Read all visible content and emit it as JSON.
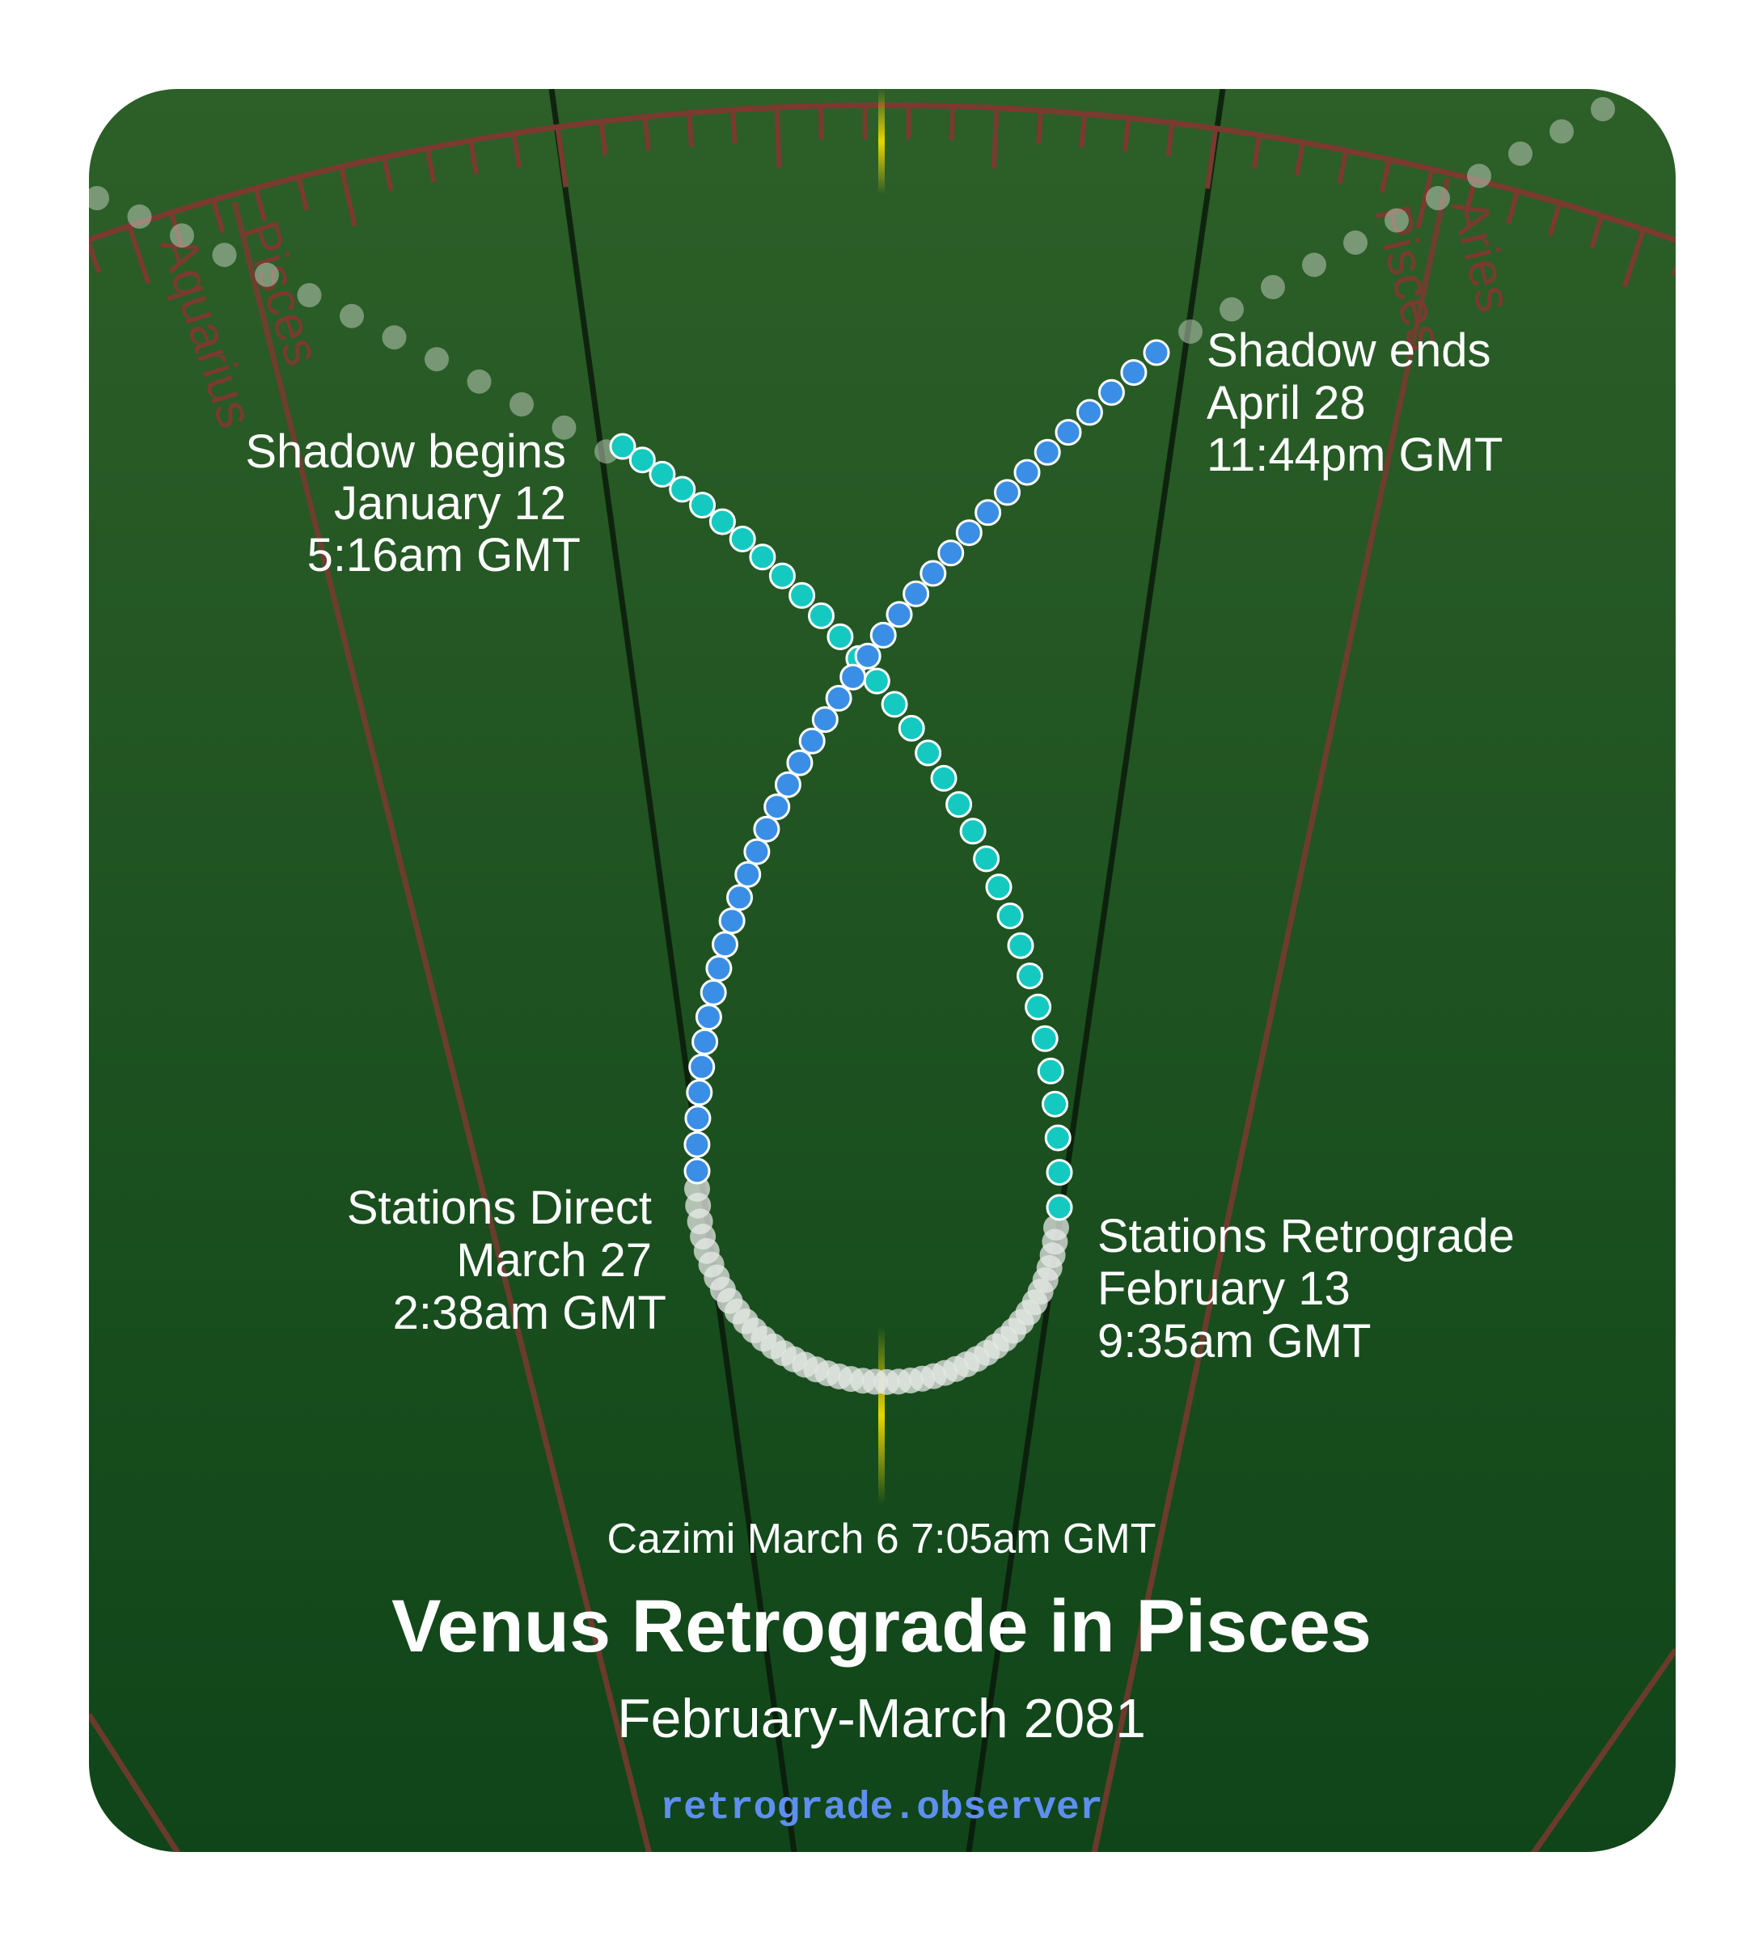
{
  "title": "Venus Retrograde in Pisces",
  "subtitle": "February-March 2081",
  "brand": "retrograde.observer",
  "cazimi": "Cazimi March 6 7:05am GMT",
  "events": {
    "shadow_begins": {
      "title": "Shadow begins",
      "date": "January 12",
      "time": "5:16am GMT"
    },
    "shadow_ends": {
      "title": "Shadow ends",
      "date": "April 28",
      "time": "11:44pm GMT"
    },
    "stations_direct": {
      "title": "Stations Direct",
      "date": "March 27",
      "time": "2:38am GMT"
    },
    "stations_retrograde": {
      "title": "Stations Retrograde",
      "date": "February 13",
      "time": "9:35am GMT"
    }
  },
  "zodiac_labels": {
    "left_outer": "Aquarius",
    "left_inner": "Pisces",
    "right_inner": "Pisces",
    "right_outer": "Aries"
  },
  "colors": {
    "background_top": "#2d5f28",
    "background_bottom": "#0f4519",
    "border_lines": "#7a3a30",
    "pre_shadow_dots": "#14c9c0",
    "post_shadow_dots": "#3a8ee6",
    "retrograde_dots": "#e6e8e6",
    "outside_dots": "#b9c8b6",
    "cazimi_marker": "#e8d400",
    "brand_text": "#5e8ff0",
    "label_text": "#ffffff"
  },
  "icons": {
    "path_dot": "filled-circle",
    "cazimi_marker": "vertical-tick"
  }
}
